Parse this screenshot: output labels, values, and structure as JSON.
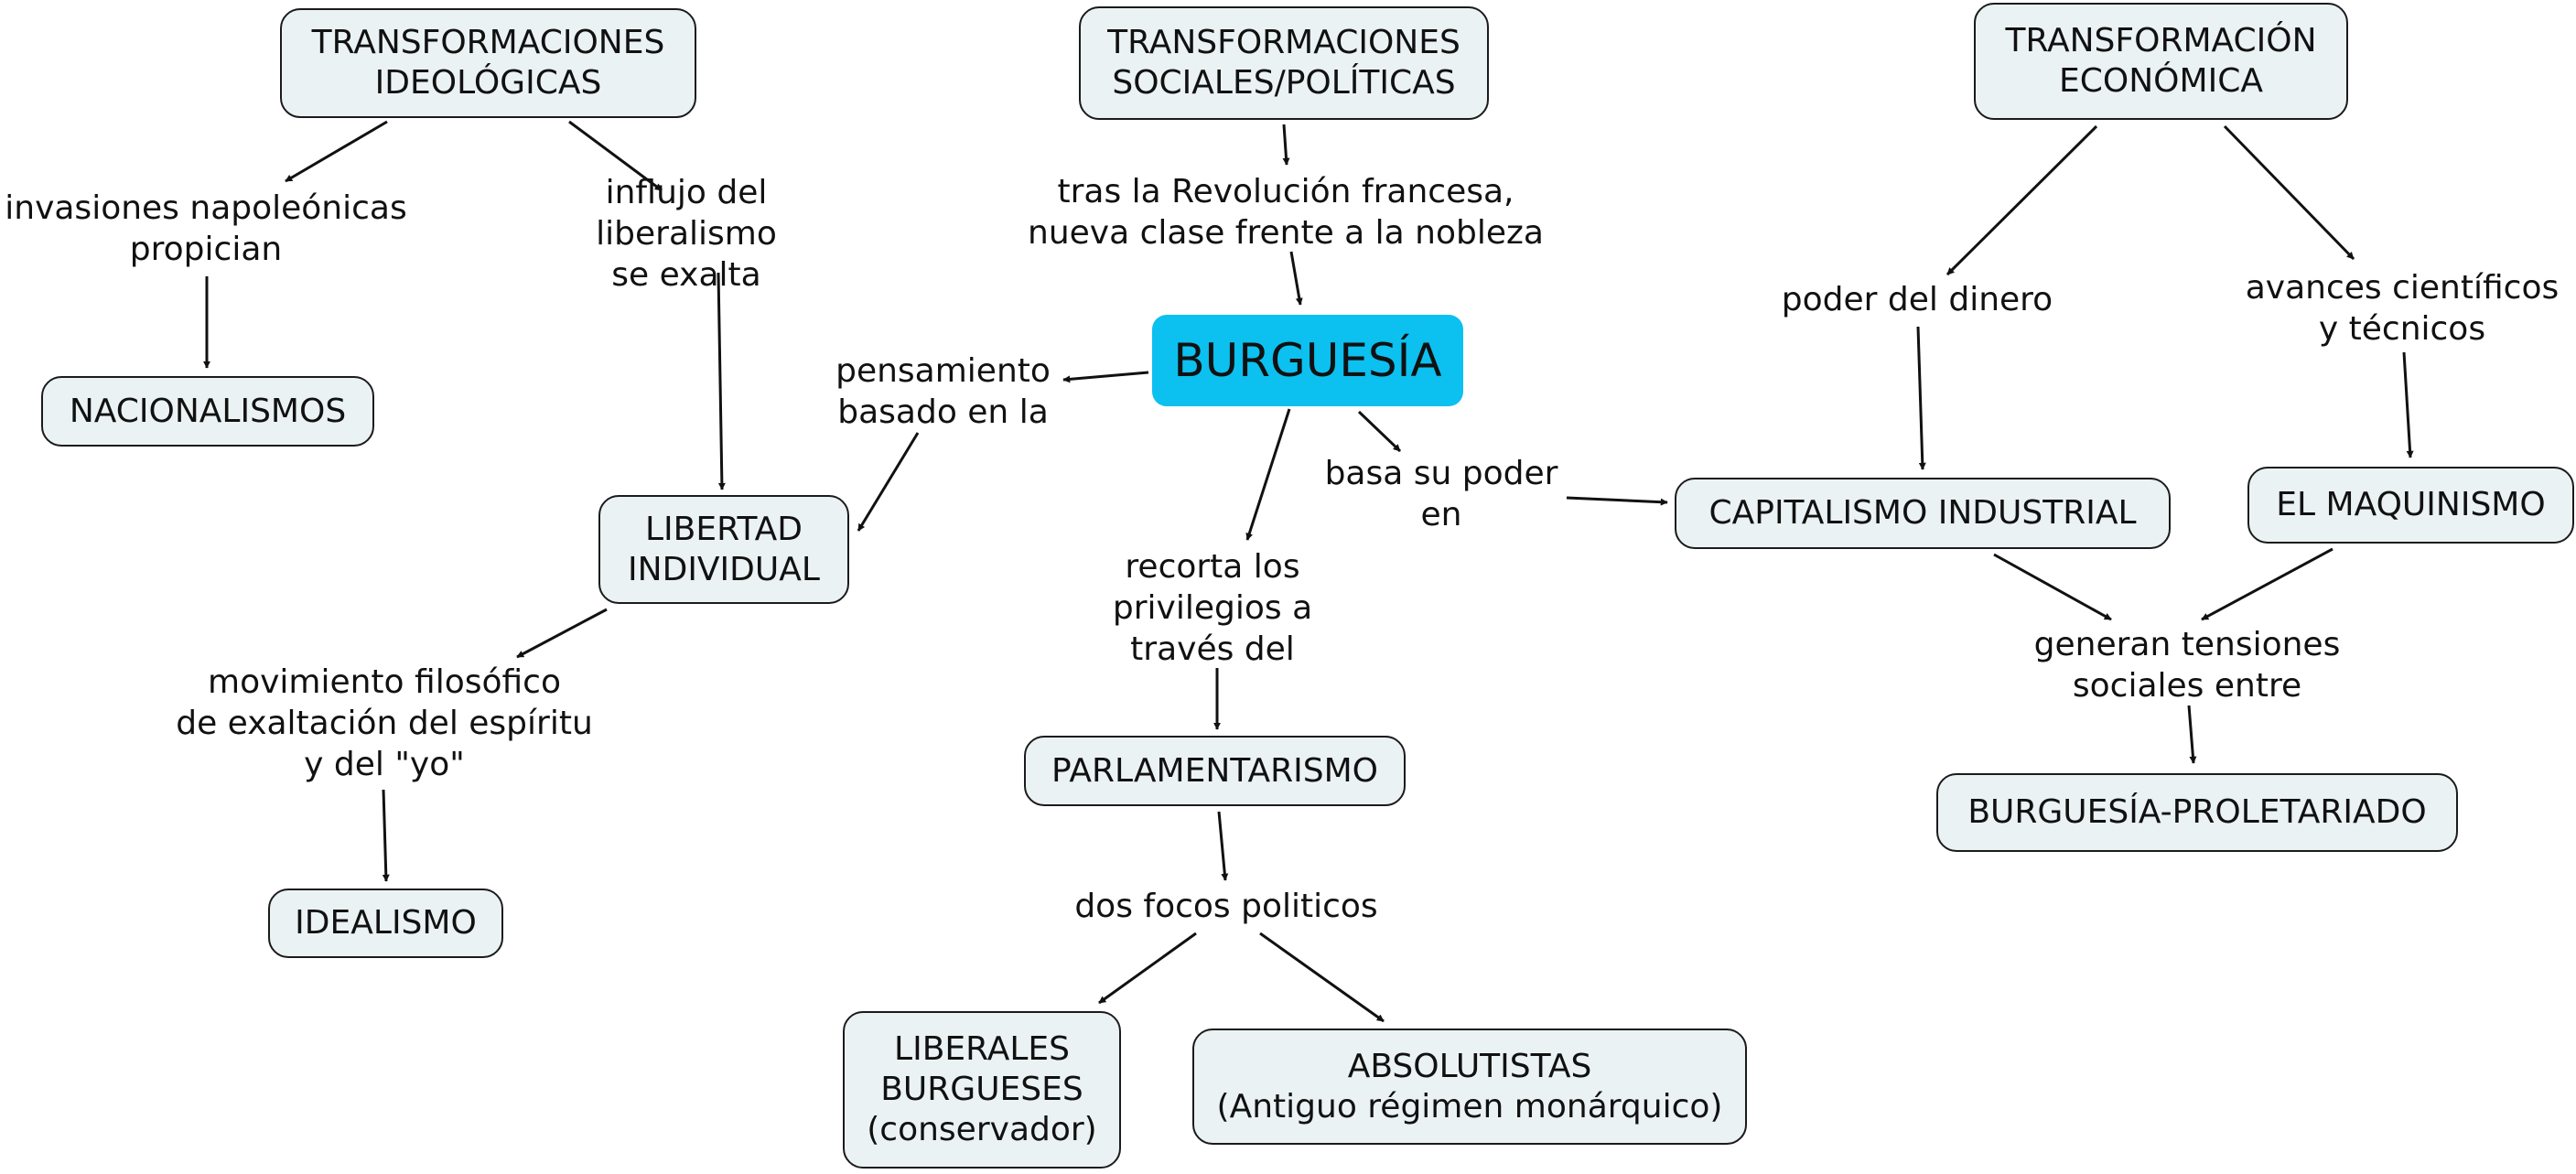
{
  "colors": {
    "background": "#ffffff",
    "node_fill": "#ebf2f3",
    "node_border": "#1b1b1b",
    "central_fill": "#0cc0f0",
    "edge": "#111111"
  },
  "nodes": {
    "transformaciones_ideologicas": "TRANSFORMACIONES\nIDEOLÓGICAS",
    "transformaciones_sociales": "TRANSFORMACIONES\nSOCIALES/POLÍTICAS",
    "transformacion_economica": "TRANSFORMACIÓN\nECONÓMICA",
    "burguesia": "BURGUESÍA",
    "nacionalismos": "NACIONALISMOS",
    "libertad_individual": "LIBERTAD\nINDIVIDUAL",
    "idealismo": "IDEALISMO",
    "parlamentarismo": "PARLAMENTARISMO",
    "liberales_burgueses": "LIBERALES\nBURGUESES\n(conservador)",
    "absolutistas": "ABSOLUTISTAS\n(Antiguo régimen monárquico)",
    "capitalismo_industrial": "CAPITALISMO INDUSTRIAL",
    "el_maquinismo": "EL MAQUINISMO",
    "burguesia_proletariado": "BURGUESÍA-PROLETARIADO"
  },
  "links": {
    "invasiones": "invasiones napoleónicas\npropician",
    "influjo": "influjo del liberalismo\nse exalta",
    "tras_revolucion": "tras la Revolución francesa,\nnueva clase frente a la nobleza",
    "pensamiento": "pensamiento\nbasado en la",
    "basa_su_poder": "basa su poder\nen",
    "recorta": "recorta los\nprivilegios a\ntravés del",
    "movimiento": "movimiento filosófico\nde exaltación del espíritu\ny del \"yo\"",
    "dos_focos": "dos focos politicos",
    "poder_dinero": "poder del dinero",
    "avances": "avances científicos\ny técnicos",
    "generan": "generan tensiones\nsociales entre"
  }
}
